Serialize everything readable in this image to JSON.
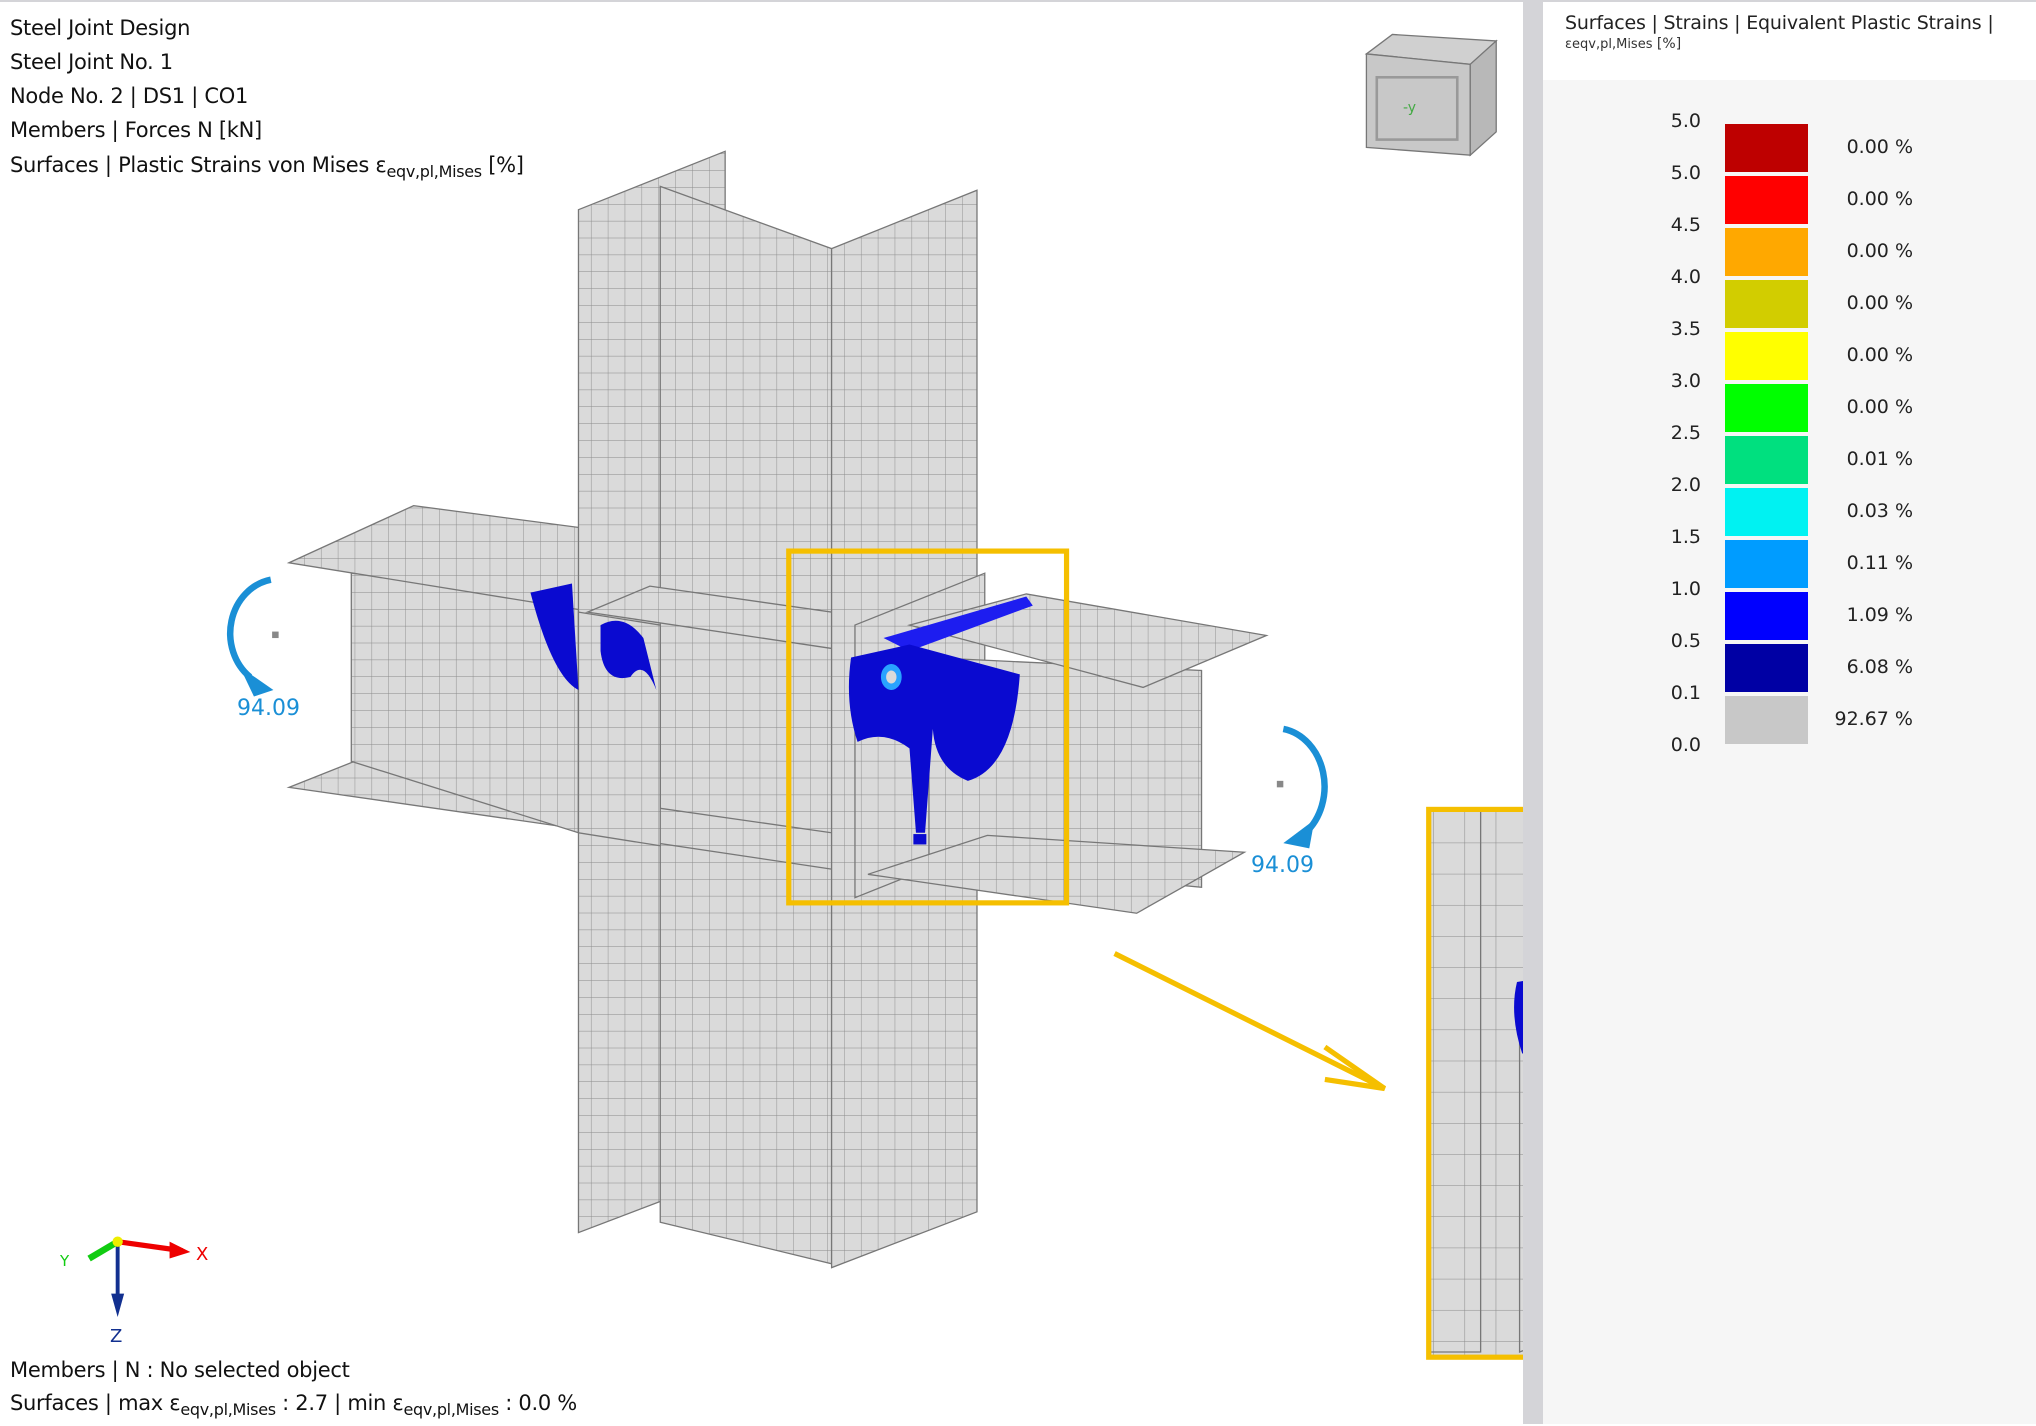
{
  "info": {
    "line1": "Steel Joint Design",
    "line2": "Steel Joint No. 1",
    "line3": "Node No. 2 | DS1 | CO1",
    "line4": "Members | Forces N [kN]",
    "line5_pre": "Surfaces | Plastic Strains von Mises ε",
    "line5_sub": "eqv,pl,Mises",
    "line5_post": " [%]"
  },
  "status": {
    "line1": "Members | N : No selected object",
    "line2_a": "Surfaces | max ε",
    "line2_sub1": "eqv,pl,Mises",
    "line2_b": " : 2.7 | min ε",
    "line2_sub2": "eqv,pl,Mises",
    "line2_c": " : 0.0 %"
  },
  "moments": {
    "left": "94.09",
    "right": "94.09",
    "color": "#1a8fd6"
  },
  "axes": {
    "x": "X",
    "y": "Y",
    "z": "Z"
  },
  "navcube": {
    "face_label": "-y"
  },
  "highlight_color": "#f5bf00",
  "legend": {
    "title": "Surfaces | Strains | Equivalent Plastic Strains |",
    "subtitle_sym": "εeqv,pl,Mises",
    "subtitle_unit": " [%]",
    "ticks": [
      "5.0",
      "5.0",
      "4.5",
      "4.0",
      "3.5",
      "3.0",
      "2.5",
      "2.0",
      "1.5",
      "1.0",
      "0.5",
      "0.1",
      "0.0"
    ],
    "rows": [
      {
        "color": "#be0000",
        "pct": "0.00 %"
      },
      {
        "color": "#ff0000",
        "pct": "0.00 %"
      },
      {
        "color": "#ffa800",
        "pct": "0.00 %"
      },
      {
        "color": "#d2cd00",
        "pct": "0.00 %"
      },
      {
        "color": "#ffff00",
        "pct": "0.00 %"
      },
      {
        "color": "#00ff00",
        "pct": "0.00 %"
      },
      {
        "color": "#00e07f",
        "pct": "0.01 %"
      },
      {
        "color": "#00f2f2",
        "pct": "0.03 %"
      },
      {
        "color": "#009cff",
        "pct": "0.11 %"
      },
      {
        "color": "#0000ff",
        "pct": "1.09 %"
      },
      {
        "color": "#0000a4",
        "pct": "6.08 %"
      },
      {
        "color": "#c8c8c8",
        "pct": "92.67 %"
      }
    ]
  }
}
